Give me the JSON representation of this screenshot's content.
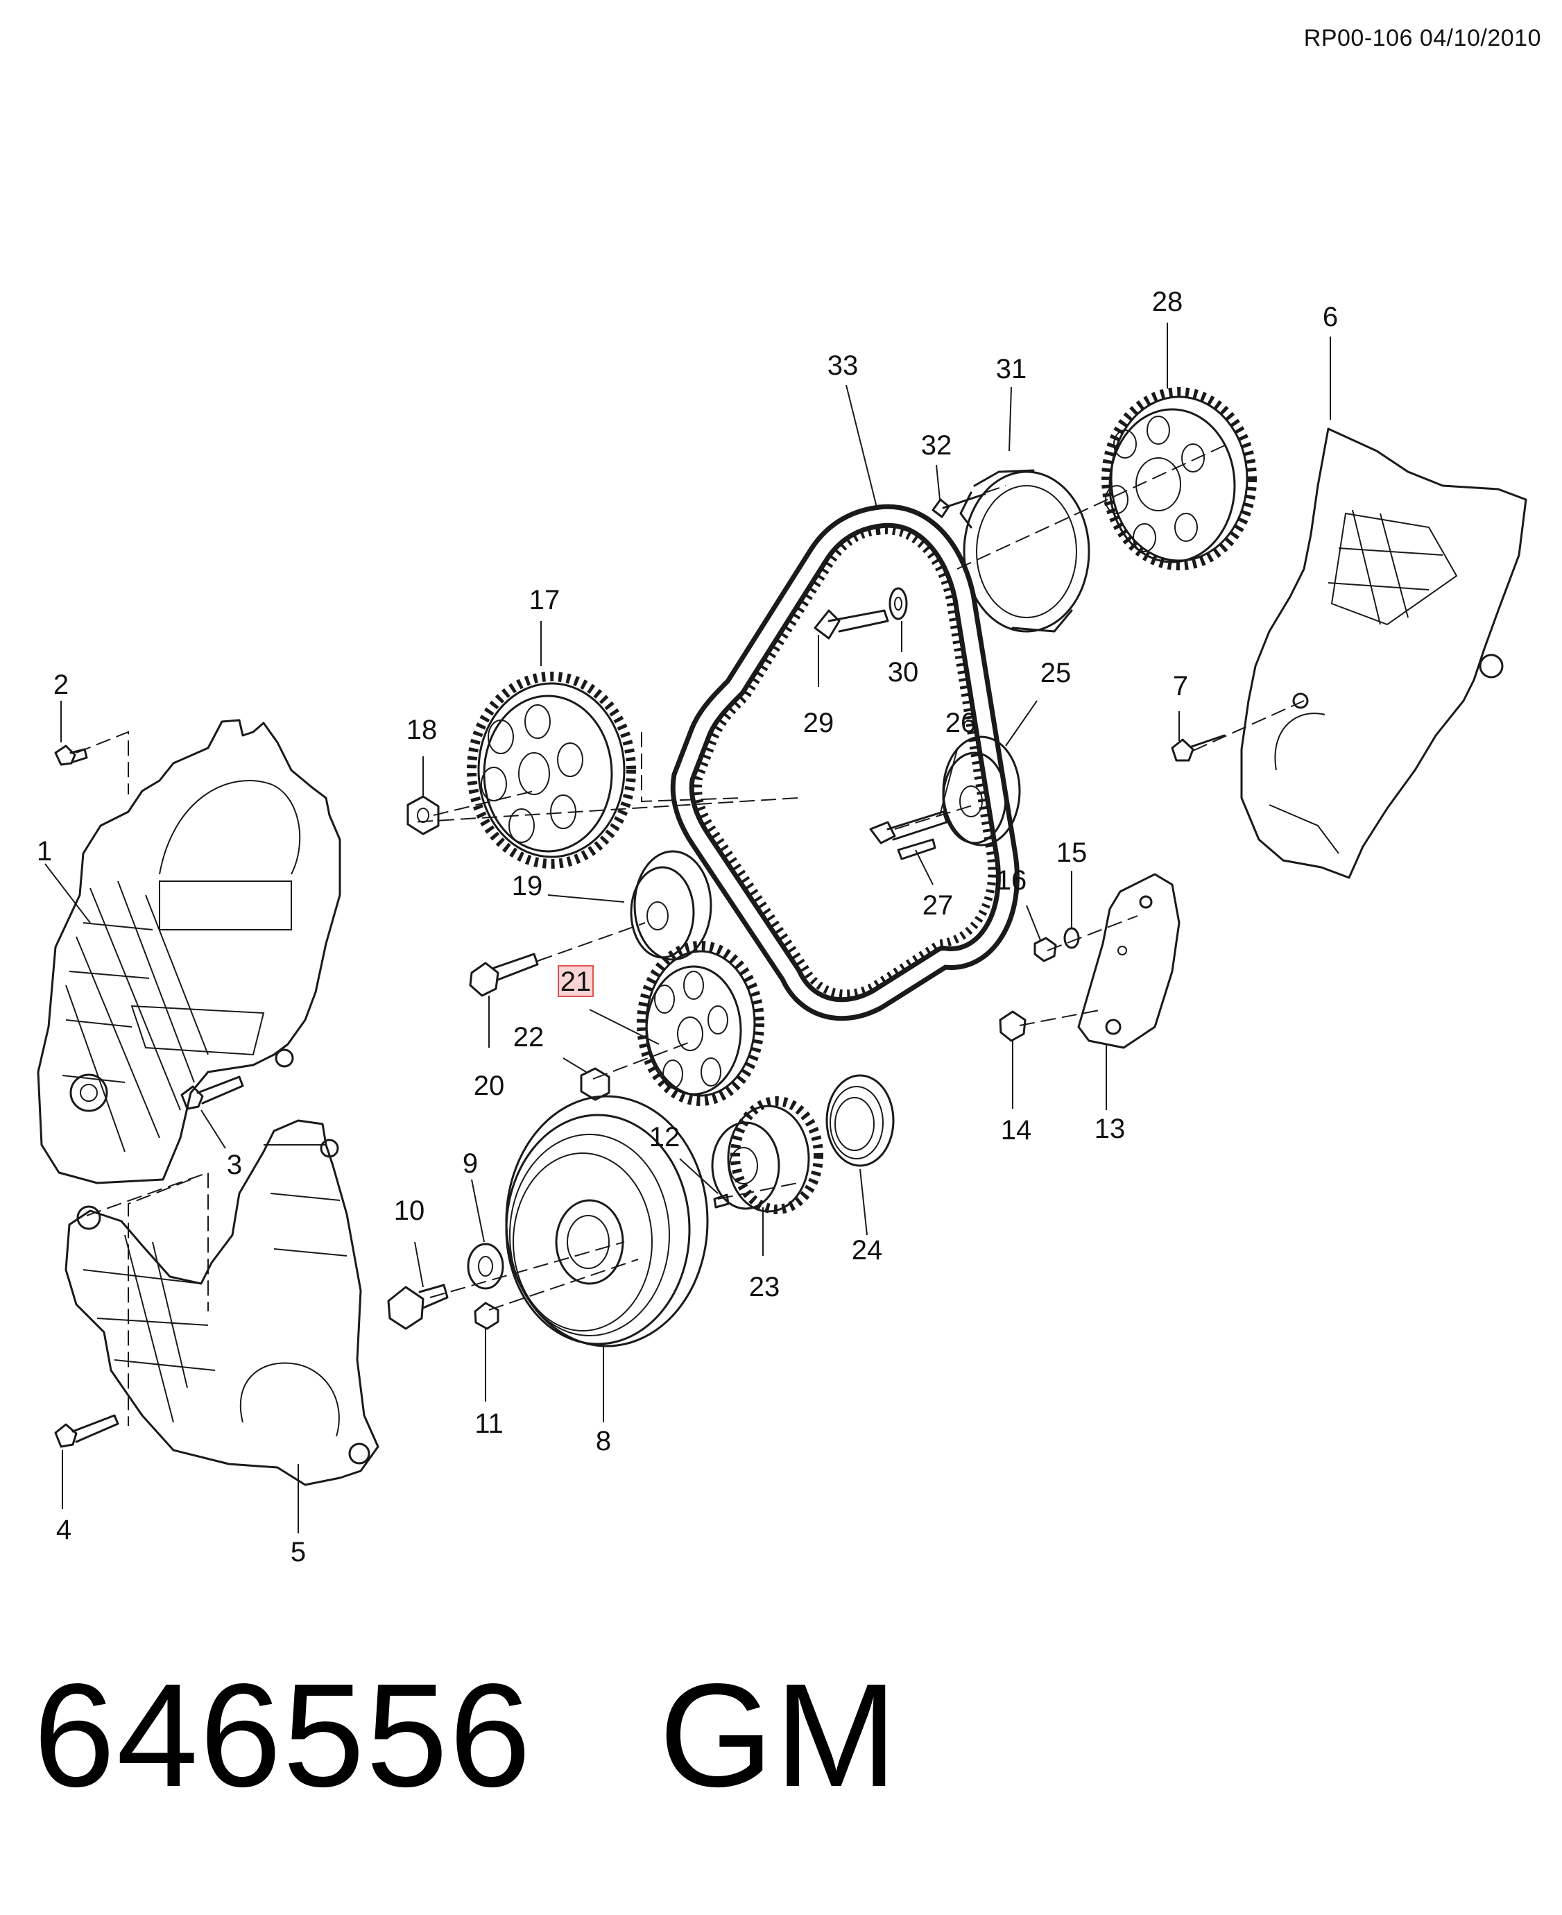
{
  "document": {
    "reference": "RP00-106 04/10/2010"
  },
  "diagram": {
    "highlighted_callout": "21",
    "callouts": [
      "1",
      "2",
      "3",
      "4",
      "5",
      "6",
      "7",
      "8",
      "9",
      "10",
      "11",
      "12",
      "13",
      "14",
      "15",
      "16",
      "17",
      "18",
      "19",
      "20",
      "21",
      "22",
      "23",
      "24",
      "25",
      "26",
      "27",
      "28",
      "29",
      "30",
      "31",
      "32",
      "33"
    ]
  },
  "caption": {
    "part_number": "646556",
    "brand": "GM",
    "text": "646556   GM"
  },
  "colors": {
    "line": "#1a1a1a",
    "highlight_fill": "#fbd5d5",
    "highlight_border": "#e05252"
  }
}
